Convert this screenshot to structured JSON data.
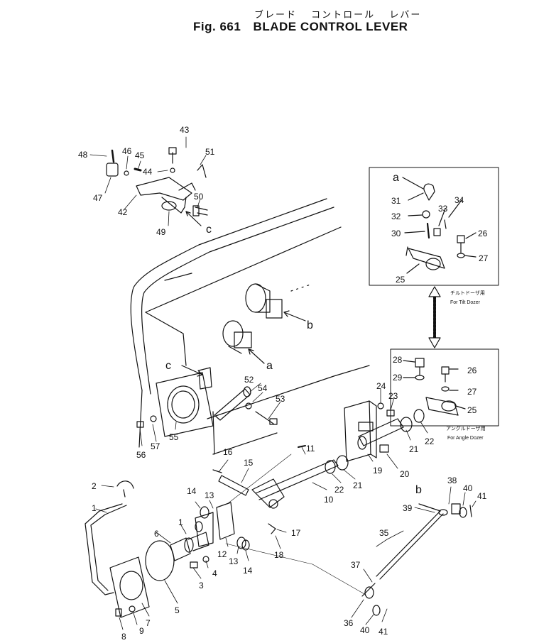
{
  "header": {
    "jp_title": [
      "ブレード",
      "コントロール",
      "レバー"
    ],
    "fig_label": "Fig. 661",
    "title": "BLADE CONTROL LEVER"
  },
  "insets": {
    "tilt": {
      "jp": "チルトドーザ用",
      "en": "For Tilt Dozer"
    },
    "angle": {
      "jp": "アングルドーザ用",
      "en": "For Angle Dozer"
    }
  },
  "callouts": [
    {
      "id": "a",
      "text": "a"
    },
    {
      "id": "b",
      "text": "b"
    },
    {
      "id": "c",
      "text": "c"
    }
  ],
  "part_labels": [
    "1",
    "2",
    "3",
    "4",
    "5",
    "6",
    "7",
    "8",
    "9",
    "10",
    "11",
    "12",
    "13",
    "14",
    "15",
    "16",
    "17",
    "18",
    "19",
    "20",
    "21",
    "22",
    "23",
    "24",
    "25",
    "26",
    "27",
    "28",
    "29",
    "30",
    "31",
    "32",
    "33",
    "34",
    "35",
    "36",
    "37",
    "38",
    "39",
    "40",
    "41",
    "42",
    "43",
    "44",
    "45",
    "46",
    "47",
    "48",
    "49",
    "50",
    "51",
    "52",
    "53",
    "54",
    "55",
    "56",
    "57"
  ]
}
